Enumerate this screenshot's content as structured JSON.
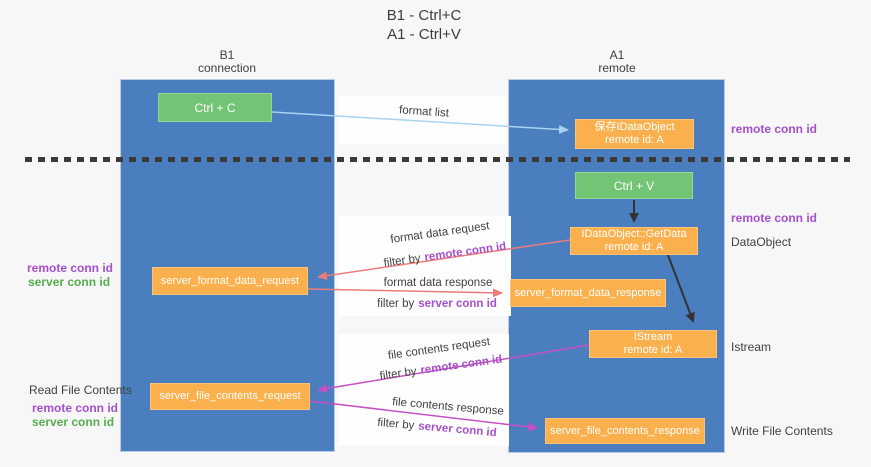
{
  "title": {
    "line1": "B1 - Ctrl+C",
    "line2": "A1 - Ctrl+V"
  },
  "lanes": [
    {
      "name": "B1",
      "role": "connection"
    },
    {
      "name": "A1",
      "role": "remote"
    }
  ],
  "nodes": {
    "ctrl_c": {
      "label": "Ctrl + C"
    },
    "save_idataobject": {
      "line1": "保存IDataObject",
      "line2": "remote id: A"
    },
    "ctrl_v": {
      "label": "Ctrl + V"
    },
    "getdata": {
      "line1": "IDataObject::GetData",
      "line2": "remote id: A"
    },
    "format_request": {
      "label": "server_format_data_request"
    },
    "format_response": {
      "label": "server_format_data_response"
    },
    "istream": {
      "line1": "IStream",
      "line2": "remote id: A"
    },
    "file_request": {
      "label": "server_file_contents_request"
    },
    "file_response": {
      "label": "server_file_contents_response"
    }
  },
  "flow_labels": {
    "format_list": "format list",
    "format_data_request": "format data request",
    "format_data_response": "format data response",
    "file_contents_request": "file contents request",
    "file_contents_response": "file contents response",
    "filter_by": "filter by",
    "remote_conn_id": "remote conn id",
    "server_conn_id": "server conn id"
  },
  "annotations": {
    "right": [
      {
        "text": "remote conn id",
        "kind": "purple"
      },
      {
        "text": "remote conn id",
        "kind": "purple"
      },
      {
        "text": "DataObject",
        "kind": "plain"
      },
      {
        "text": "Istream",
        "kind": "plain"
      },
      {
        "text": "Write File Contents",
        "kind": "plain"
      }
    ],
    "left": [
      {
        "text": "remote conn id",
        "kind": "purple"
      },
      {
        "text": "server conn id",
        "kind": "green"
      },
      {
        "text": "Read File Contents",
        "kind": "plain"
      },
      {
        "text": "remote conn id",
        "kind": "purple"
      },
      {
        "text": "server conn id",
        "kind": "green"
      }
    ]
  },
  "colors": {
    "lane_blue": "#4a7ebe",
    "box_orange": "#f9b04d",
    "box_green": "#74c476",
    "arrow_red": "#eb7c7c",
    "arrow_magenta": "#c650c6",
    "arrow_light_blue": "#a5d3f0",
    "arrow_black": "#333333",
    "text_purple": "#a64fcc",
    "text_green": "#55ad4d",
    "text_dark": "#3f3f3f",
    "background": "#f7f7f7"
  }
}
